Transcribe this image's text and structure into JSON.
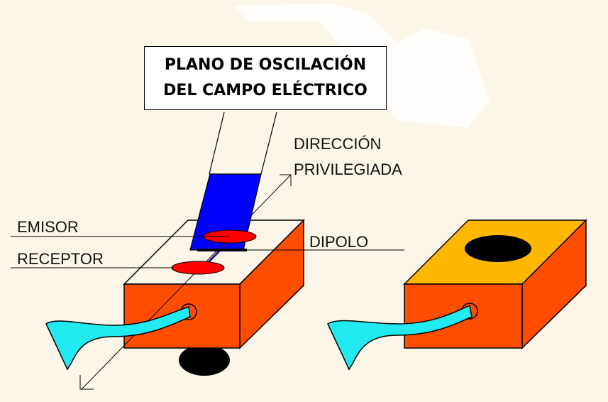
{
  "title": {
    "line1": "PLANO DE OSCILACIÓN",
    "line2": "DEL CAMPO ELÉCTRICO"
  },
  "labels": {
    "direction_line1": "DIRECCIÓN",
    "direction_line2": "PRIVILEGIADA",
    "emitter": "EMISOR",
    "receiver": "RECEPTOR",
    "dipole": "DIPOLO"
  },
  "colors": {
    "background": "#fbf6e8",
    "box_side": "#ff4d00",
    "box_top_right": "#ffb800",
    "oscillation_plane": "#0000ff",
    "antenna_disc": "#ff0000",
    "cable": "#22eaf0",
    "hole": "#000000"
  }
}
